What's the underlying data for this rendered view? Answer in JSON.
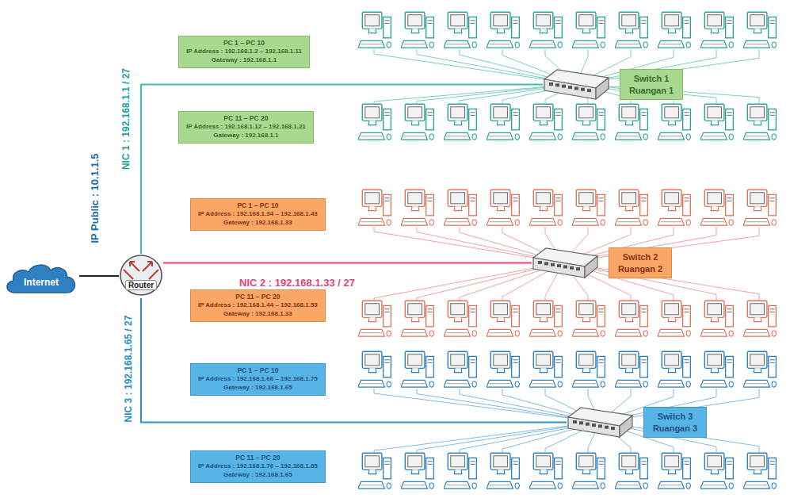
{
  "diagram": {
    "nodes": [
      {
        "text": [
          "Internet"
        ]
      },
      {
        "text": [
          "Router"
        ]
      },
      {
        "text": [
          "PC 1 – PC 10",
          "IP Address : 192.168.1.2 – 192.168.1.11",
          "Gateway : 192.168.1.1"
        ]
      },
      {
        "text": [
          "Switch 1 Ruangan 1"
        ]
      },
      {
        "text": [
          "PC 11 – PC 20",
          "IP Address : 192.168.1.12 – 192.168.1.21",
          "Gateway : 192.168.1.1"
        ]
      },
      {
        "text": [
          "PC 1 – PC 10",
          "IP Address : 192.168.1.34 – 192.168.1.43",
          "Gateway : 192.168.1.33"
        ]
      },
      {
        "text": [
          "Switch 2 Ruangan 2"
        ]
      },
      {
        "text": [
          "PC 11 – PC 20",
          "IP Address : 192.168.1.44 – 192.168.1.53",
          "Gateway : 192.168.1.33"
        ]
      },
      {
        "text": [
          "PC 1 – PC 10",
          "IP Address : 192.168.1.66 – 192.168.1.75",
          "Gateway : 192.168.1.65"
        ]
      },
      {
        "text": [
          "Switch 3 Ruangan 3"
        ]
      },
      {
        "text": [
          "PC 11 – PC 20",
          "IP Address : 192.168.1.76 – 192.168.1.85",
          "Gateway : 192.168.1.65"
        ]
      }
    ],
    "edges": [
      {
        "from": 0,
        "to": 1,
        "arrow": "none"
      },
      {
        "from": 1,
        "to": 3,
        "arrow": "none",
        "label": "NIC 1 : 192.168.1.1 / 27"
      },
      {
        "from": 1,
        "to": 6,
        "arrow": "none",
        "label": "NIC 2 : 192.168.1.33 / 27"
      },
      {
        "from": 1,
        "to": 9,
        "arrow": "none",
        "label": "NIC 3 : 192.168.1.65 / 27"
      }
    ],
    "labels": [
      "IP Public : 10.1.1.5"
    ]
  }
}
